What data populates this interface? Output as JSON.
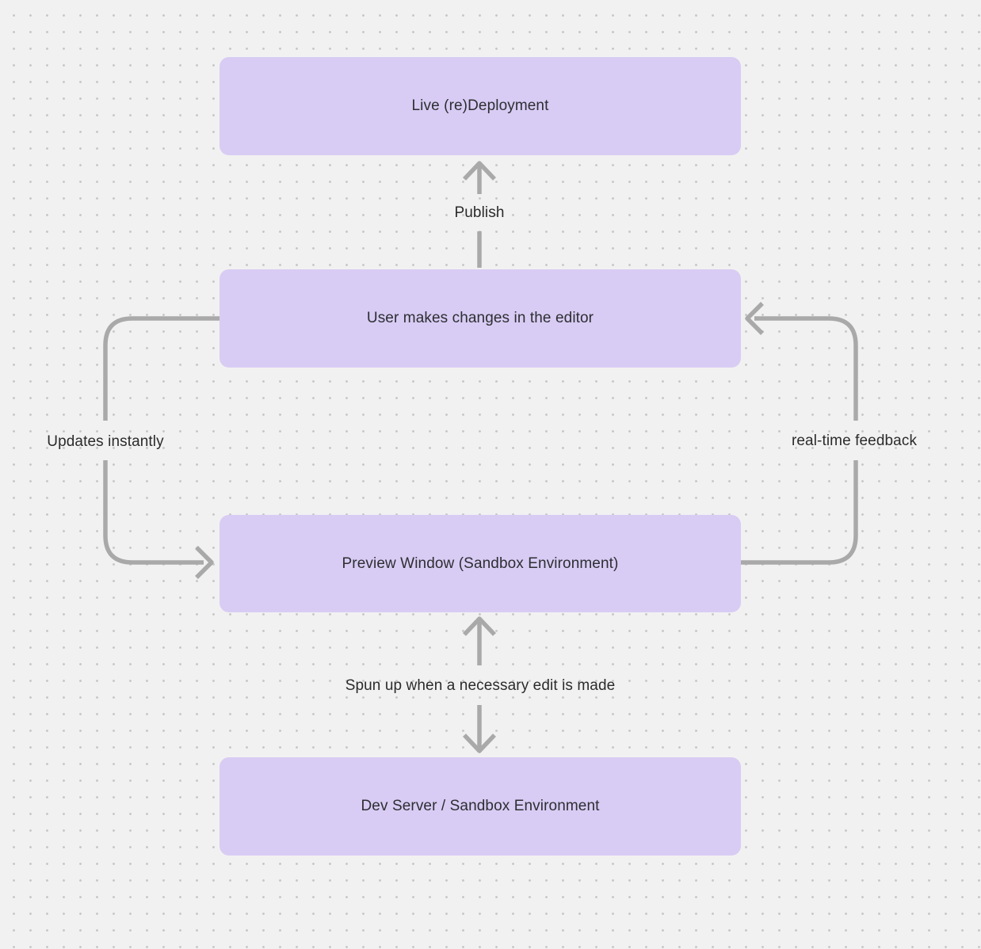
{
  "colors": {
    "background": "#f2f1f1",
    "grid_dots": "#c8c8c8",
    "node_fill": "#d8ccf4",
    "node_text": "#2e2e33",
    "arrow": "#a9a9a9",
    "edge_label_text": "#2b2b2b"
  },
  "nodes": [
    {
      "id": "live-redeployment",
      "label": "Live (re)Deployment"
    },
    {
      "id": "user-editor",
      "label": "User makes changes in the editor"
    },
    {
      "id": "preview-window",
      "label": "Preview Window (Sandbox Environment)"
    },
    {
      "id": "dev-server",
      "label": "Dev Server / Sandbox Environment"
    }
  ],
  "edge_labels": [
    {
      "id": "publish",
      "label": "Publish"
    },
    {
      "id": "updates-instantly",
      "label": "Updates instantly"
    },
    {
      "id": "real-time-feedback",
      "label": "real-time feedback"
    },
    {
      "id": "spun-up",
      "label": "Spun up when a necessary edit is made"
    }
  ]
}
